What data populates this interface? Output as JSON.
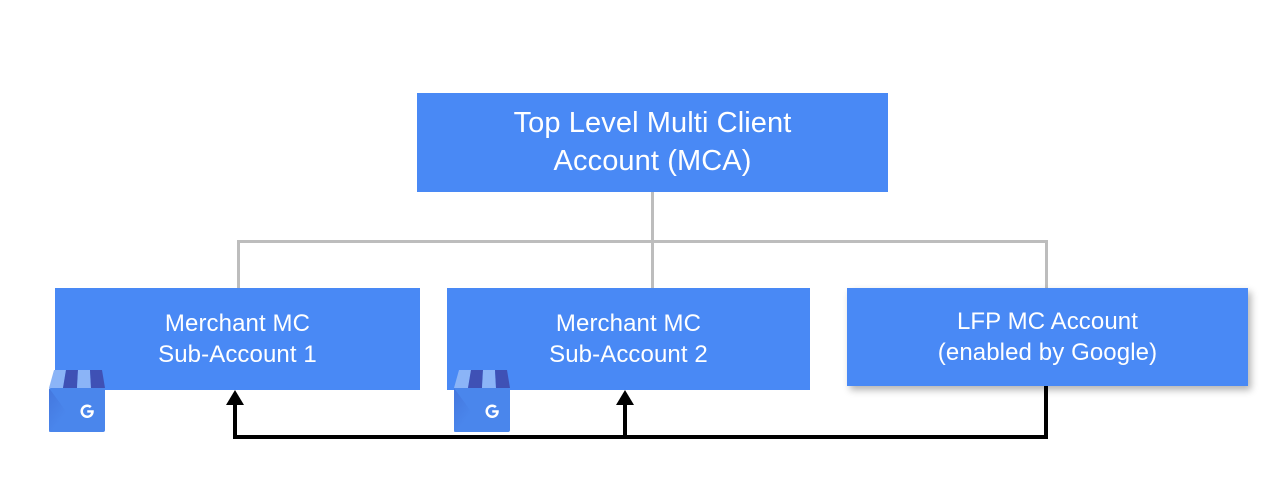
{
  "diagram": {
    "title": "Top Level Multi Client Account hierarchy",
    "background_color": "#ffffff",
    "node_color": "#4989f5",
    "node_text_color": "#ffffff",
    "connector_color": "#bdbdbd",
    "flow_color": "#000000",
    "nodes": [
      {
        "id": "mca",
        "line1": "Top Level Multi Client",
        "line2": "Account (MCA)",
        "full_text": "Top Level Multi Client Account (MCA)"
      },
      {
        "id": "sub1",
        "line1": "Merchant MC",
        "line2": "Sub-Account 1",
        "full_text": "Merchant MC Sub-Account 1"
      },
      {
        "id": "sub2",
        "line1": "Merchant MC",
        "line2": "Sub-Account 2",
        "full_text": "Merchant MC Sub-Account 2"
      },
      {
        "id": "lfp",
        "line1": "LFP MC Account",
        "line2": "(enabled by Google)",
        "full_text": "LFP MC Account (enabled by Google)"
      }
    ],
    "icons": [
      {
        "id": "gmb-1",
        "name": "google-my-business-icon",
        "letter": "G"
      },
      {
        "id": "gmb-2",
        "name": "google-my-business-icon",
        "letter": "G"
      }
    ]
  }
}
